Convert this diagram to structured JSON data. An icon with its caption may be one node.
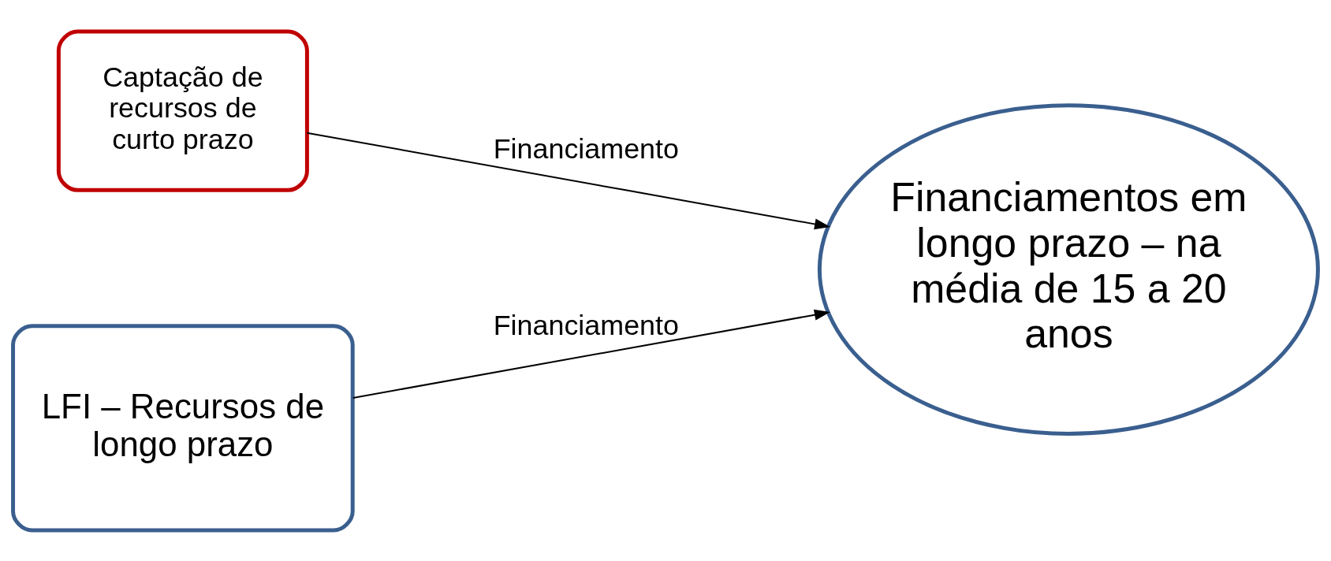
{
  "diagram": {
    "nodes": [
      {
        "text": [
          "Captação de recursos de curto prazo"
        ]
      },
      {
        "text": [
          "LFI – Recursos de longo prazo"
        ]
      },
      {
        "text": [
          "Financiamentos em longo prazo – na média de 15 a 20 anos"
        ]
      }
    ],
    "edges": [
      {
        "from": 0,
        "to": 2,
        "arrow": "to",
        "label": "Financiamento"
      },
      {
        "from": 1,
        "to": 2,
        "arrow": "to",
        "label": "Financiamento"
      }
    ]
  }
}
